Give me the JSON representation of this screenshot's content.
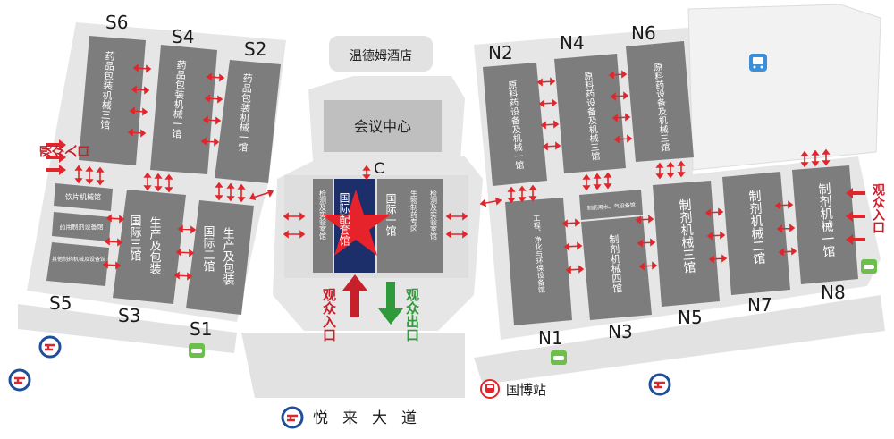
{
  "colors": {
    "ground": "#e6e6e6",
    "road": "#e2e2e2",
    "hall": "#7d7d7d",
    "hall_text": "#ffffff",
    "plaza": "#dedede",
    "featured_hall": "#1c2f6b",
    "arrow_red": "#e0262c",
    "arrow_green": "#2f9a3a",
    "star": "#e6232a",
    "label_dark": "#1a1a1a",
    "metro_blue": "#1f4f9a",
    "bus_blue": "#3a8fd8",
    "parking_green": "#6dbf4b"
  },
  "landmarks": {
    "hotel": "温德姆酒店",
    "conference": "会议中心",
    "hall_c": "C"
  },
  "halls_south": [
    {
      "id": "S6",
      "name": "药品包装机械三馆"
    },
    {
      "id": "S4",
      "name": "药品包装机械一馆"
    },
    {
      "id": "S2",
      "name": "药品包装机械一馆"
    },
    {
      "id": "S5",
      "sections": [
        "饮片机械馆",
        "药用制剂设备馆",
        "其他制药机械及设备馆"
      ]
    },
    {
      "id": "S3",
      "name": "国际三馆",
      "name2": "生产及包装"
    },
    {
      "id": "S1",
      "name": "国际二馆",
      "name2": "生产及包装"
    }
  ],
  "halls_center": {
    "c_left_a": "检测及实验室馆",
    "c_left_b": "国际配套馆",
    "c_right_a": "国际一馆",
    "c_right_b": "生物制药专区",
    "c_right_c": "检测及实验室馆"
  },
  "halls_north": [
    {
      "id": "N2",
      "name": "原料药设备及机械一馆"
    },
    {
      "id": "N4",
      "name": "原料药设备及机械三馆"
    },
    {
      "id": "N6",
      "name": "原料药设备及机械三馆"
    },
    {
      "id": "N1",
      "name": "工程、净化与环保设备馆"
    },
    {
      "id": "N3",
      "name_a": "制药用水、气设备馆",
      "name_b": "制剂机械四馆"
    },
    {
      "id": "N5",
      "name": "制剂机械三馆"
    },
    {
      "id": "N7",
      "name": "制剂机械二馆"
    },
    {
      "id": "N8",
      "name": "制剂机械一馆"
    }
  ],
  "labels": {
    "audience_entry": "观众入口",
    "audience_exit": "观众出口",
    "road": "悦来大道",
    "station": "国博站"
  }
}
